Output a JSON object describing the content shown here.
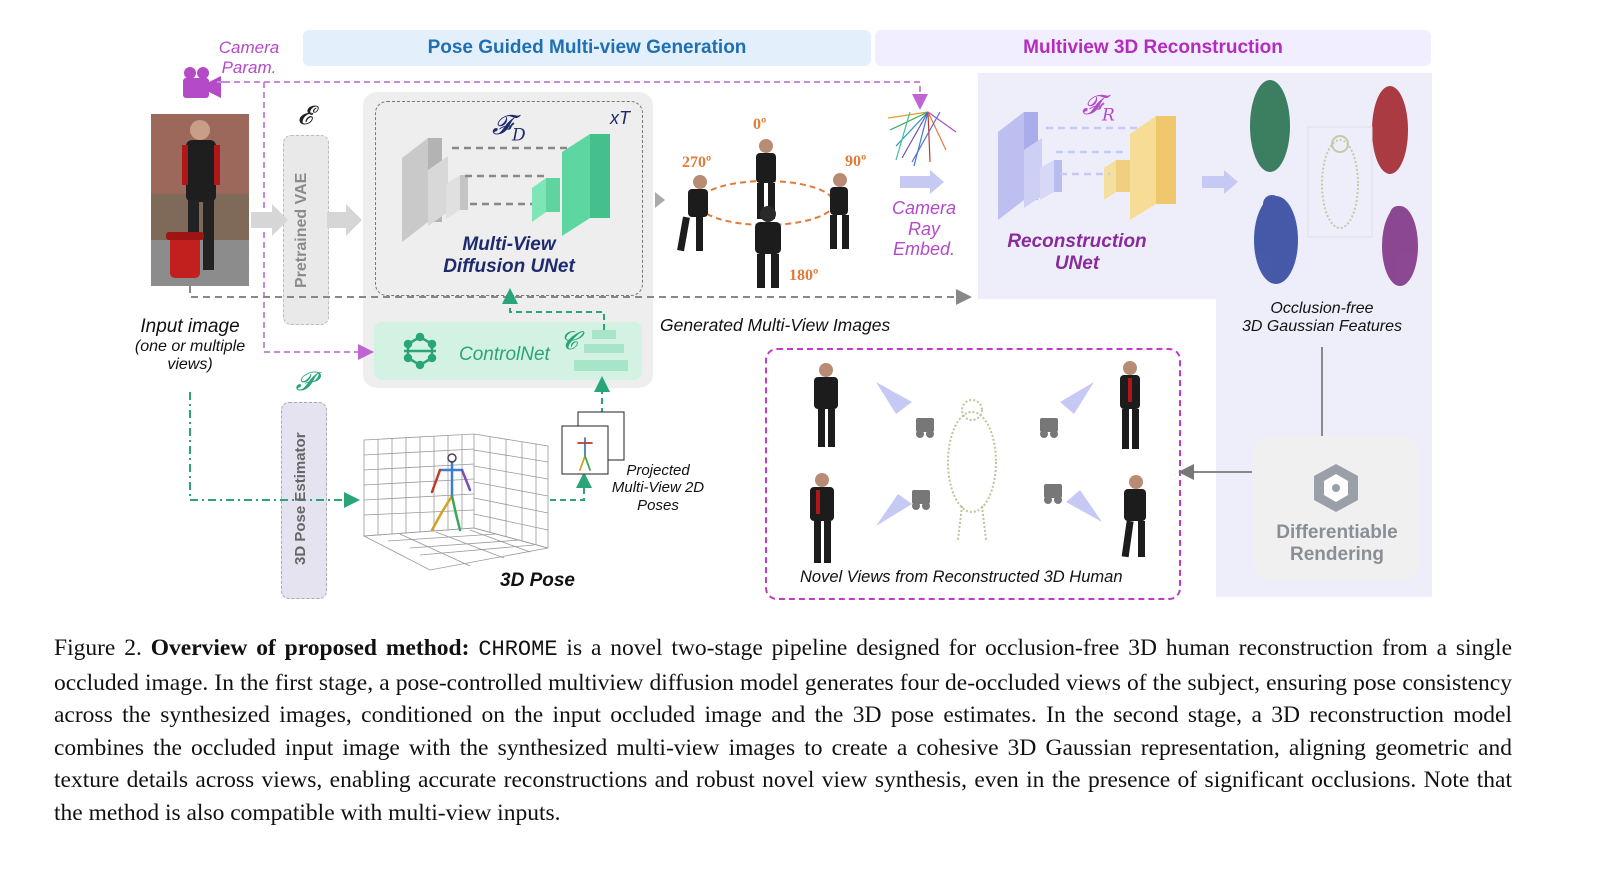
{
  "stages": {
    "stage1": "Pose Guided Multi-view Generation",
    "stage2": "Multiview 3D Reconstruction"
  },
  "labels": {
    "camera_param_1": "Camera",
    "camera_param_2": "Param.",
    "encoder_symbol": "𝓔",
    "vae": "Pretrained VAE",
    "fd_symbol": "𝓕",
    "fd_sub": "D",
    "xt": "xT",
    "unet_1": "Multi-View",
    "unet_2": "Diffusion UNet",
    "controlnet": "ControlNet",
    "c_symbol": "𝓒",
    "input_image": "Input image",
    "input_image_sub_1": "(one or multiple",
    "input_image_sub_2": "views)",
    "p_symbol": "𝓟",
    "pose_estimator": "3D Pose Estimator",
    "pose3d": "3D Pose",
    "projected_1": "Projected",
    "projected_2": "Multi-View 2D",
    "projected_3": "Poses",
    "angle_0": "0º",
    "angle_90": "90º",
    "angle_180": "180º",
    "angle_270": "270º",
    "generated": "Generated Multi-View Images",
    "ray_1": "Camera",
    "ray_2": "Ray",
    "ray_3": "Embed.",
    "fr_symbol": "𝓕",
    "fr_sub": "R",
    "recon_1": "Reconstruction",
    "recon_2": "UNet",
    "gauss_1": "Occlusion-free",
    "gauss_2": "3D Gaussian Features",
    "render_1": "Differentiable",
    "render_2": "Rendering",
    "novel": "Novel Views from Reconstructed 3D Human"
  },
  "caption": {
    "fig": "Figure 2.",
    "bold": "Overview of proposed method:",
    "name": "CHROME",
    "text": " is a novel two-stage pipeline designed for occlusion-free 3D human reconstruction from a single occluded image.  In the first stage, a pose-controlled multiview diffusion model generates four de-occluded views of the subject, ensuring pose consistency across the synthesized images, conditioned on the input occluded image and the 3D pose estimates. In the second stage, a 3D reconstruction model combines the occluded input image with the synthesized multi-view images to create a cohesive 3D Gaussian representation, aligning geometric and texture details across views, enabling accurate reconstructions and robust novel view synthesis, even in the presence of significant occlusions. Note that the method is also compatible with multi-view inputs."
  },
  "colors": {
    "stage1_text": "#1f6fb2",
    "stage2_text": "#b52bbf",
    "purple": "#b44ac8",
    "green": "#2aa57a",
    "angle": "#e07b39",
    "navy": "#1e2a6e",
    "recon": "#8a2b9c"
  }
}
